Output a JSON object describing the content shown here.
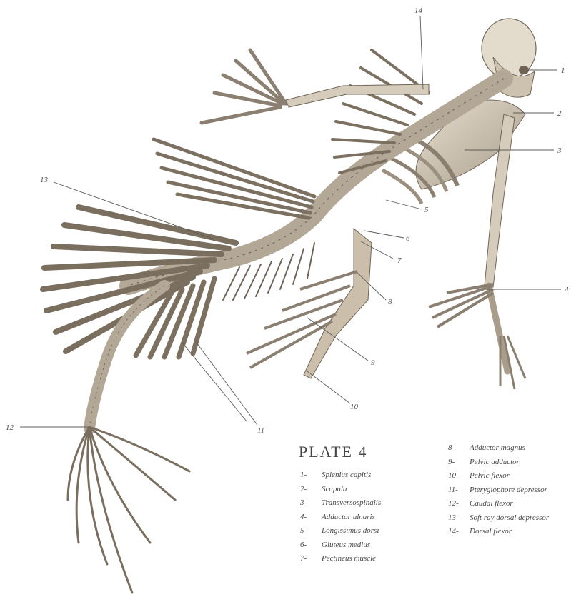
{
  "plate": {
    "title": "PLATE 4"
  },
  "callouts": [
    "1",
    "2",
    "3",
    "4",
    "5",
    "6",
    "7",
    "8",
    "9",
    "10",
    "11",
    "12",
    "13",
    "14"
  ],
  "legend": {
    "left": [
      {
        "num": "1-",
        "name": "Splenius capitis"
      },
      {
        "num": "2-",
        "name": "Scapula"
      },
      {
        "num": "3-",
        "name": "Transversospinalis"
      },
      {
        "num": "4-",
        "name": "Adductor ulnaris"
      },
      {
        "num": "5-",
        "name": "Longissimus dorsi"
      },
      {
        "num": "6-",
        "name": "Gluteus medius"
      },
      {
        "num": "7-",
        "name": "Pectineus muscle"
      }
    ],
    "right": [
      {
        "num": "8-",
        "name": "Adductor magnus"
      },
      {
        "num": "9-",
        "name": "Pelvic adductor"
      },
      {
        "num": "10-",
        "name": "Pelvic flexor"
      },
      {
        "num": "11-",
        "name": "Pterygiophore depressor"
      },
      {
        "num": "12-",
        "name": "Caudal flexor"
      },
      {
        "num": "13-",
        "name": "Soft ray dorsal depressor"
      },
      {
        "num": "14-",
        "name": "Dorsal flexor"
      }
    ]
  },
  "colors": {
    "bone": "#d8cfc0",
    "bone_shadow": "#8a7f70",
    "ink": "#3a342c",
    "text": "#4a4a4a"
  }
}
